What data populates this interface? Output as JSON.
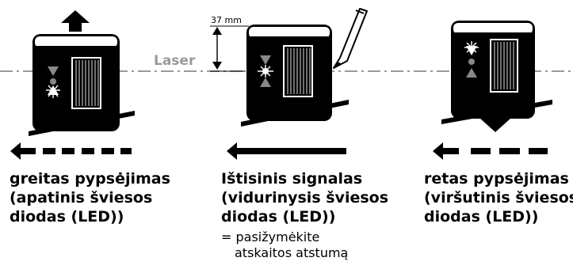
{
  "laser_label": "Laser",
  "measure_label": "37 mm",
  "panels": [
    {
      "caption_lines": [
        "greitas pypsėjimas",
        "(apatinis šviesos",
        "diodas (LED))"
      ],
      "arrow": "up",
      "signal": "fast-dashes"
    },
    {
      "caption_lines": [
        "Ištisinis signalas",
        "(vidurinysis šviesos",
        "diodas (LED))"
      ],
      "note_lines": [
        "= pasižymėkite",
        "atskaitos atstumą"
      ],
      "signal": "continuous"
    },
    {
      "caption_lines": [
        "retas pypsėjimas",
        "(viršutinis šviesos",
        "diodas (LED))"
      ],
      "arrow": "down",
      "signal": "slow-dashes"
    }
  ],
  "colors": {
    "laser": "#9a9a9a",
    "device": "#000000",
    "led_on": "#ffffff",
    "led_off": "#888888"
  }
}
